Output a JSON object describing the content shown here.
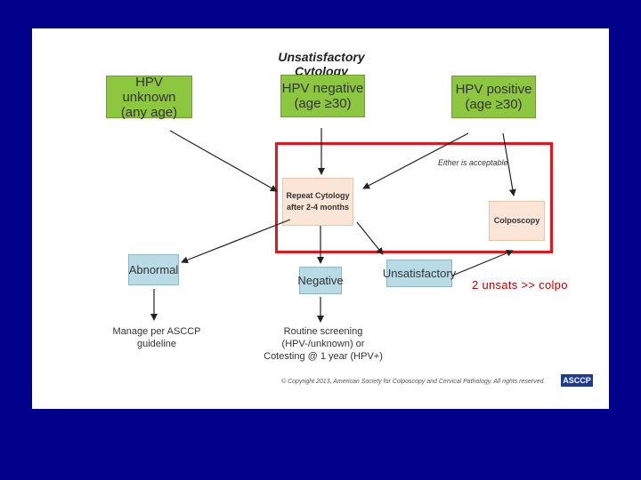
{
  "title": "Unsatisfactory Cytology",
  "nodes": {
    "hpv_unknown": {
      "line1": "HPV unknown",
      "line2": "(any age)"
    },
    "hpv_negative": {
      "line1": "HPV negative",
      "line2": "(age ≥30)"
    },
    "hpv_positive": {
      "line1": "HPV positive",
      "line2": "(age ≥30)"
    },
    "repeat_cytology": {
      "line1": "Repeat Cytology",
      "line2": "after 2-4 months"
    },
    "colposcopy": {
      "label": "Colposcopy"
    },
    "abnormal": {
      "label": "Abnormal"
    },
    "negative": {
      "label": "Negative"
    },
    "unsatisfactory": {
      "label": "Unsatisfactory"
    }
  },
  "either_label": "Either is acceptable",
  "outcomes": {
    "manage": {
      "line1": "Manage per ASCCP",
      "line2": "guideline"
    },
    "routine": {
      "line1": "Routine screening (HPV-/unknown) or",
      "line2": "Cotesting @ 1 year (HPV+)"
    }
  },
  "annotation": "2 unsats  >> colpo",
  "copyright": "© Copyright 2013, American Society for Colposcopy and Cervical Pathology. All rights reserved.",
  "logo": "ASCCP"
}
